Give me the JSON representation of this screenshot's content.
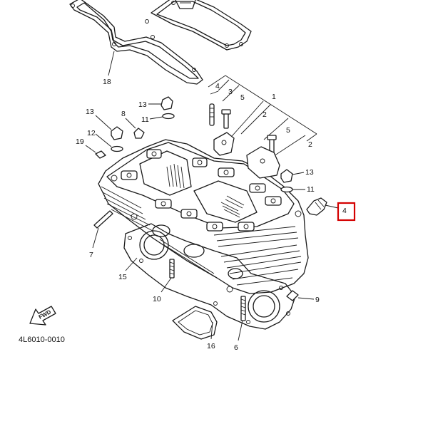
{
  "diagram": {
    "title": "Cylinder head exploded parts diagram",
    "reference_code": "4L6010-0010",
    "direction_label": "FWD",
    "highlight_color": "#d40000",
    "highlighted_callout": "4",
    "callouts": {
      "c18": "18",
      "c13a": "13",
      "c11a": "11",
      "c13b": "13",
      "c8": "8",
      "c12": "12",
      "c19": "19",
      "c4a": "4",
      "c3": "3",
      "c5a": "5",
      "c1": "1",
      "c2a": "2",
      "c5b": "5",
      "c2b": "2",
      "c13c": "13",
      "c11b": "11",
      "c4b": "4",
      "c7": "7",
      "c15": "15",
      "c10": "10",
      "c9": "9",
      "c16": "16",
      "c6": "6"
    }
  }
}
